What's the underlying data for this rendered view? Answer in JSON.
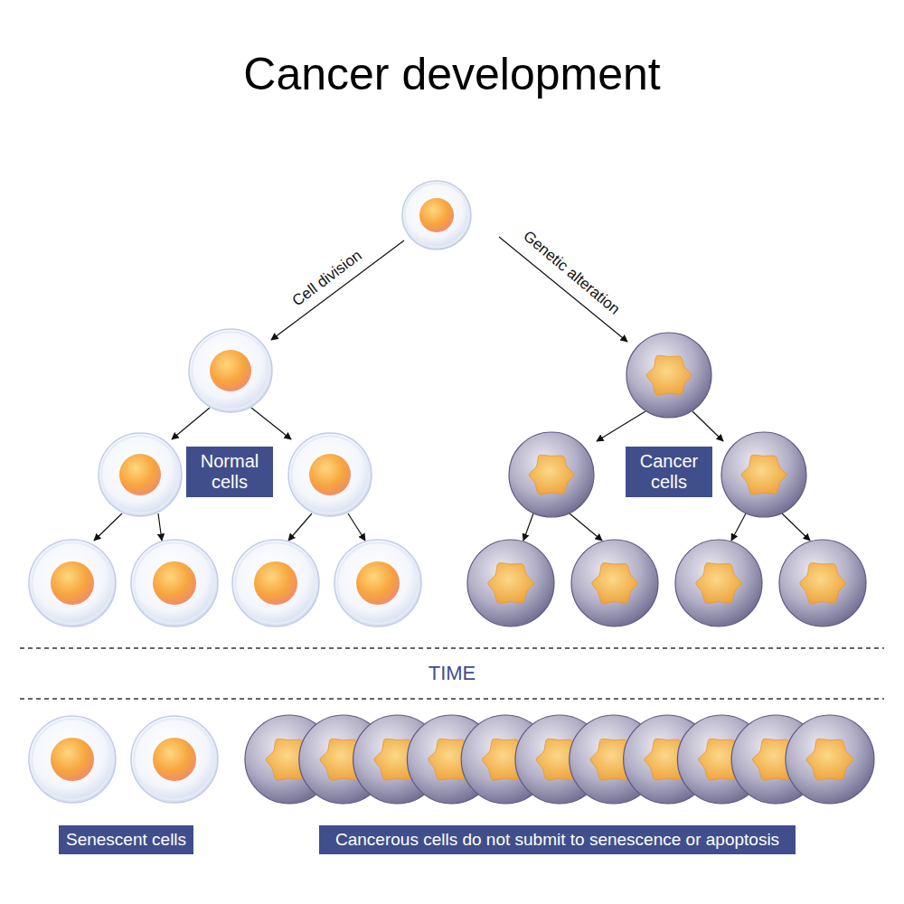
{
  "diagram": {
    "title": "Cancer development",
    "nodes": [
      {
        "text": [
          "Normal cells"
        ]
      },
      {
        "text": [
          "Cancer cells"
        ]
      },
      {
        "text": [
          "Senescent cells"
        ]
      },
      {
        "text": [
          "Cancerous cells do not submit to senescence or apoptosis"
        ]
      }
    ],
    "labels": [
      "Cell division",
      "Genetic alteration",
      "TIME"
    ]
  }
}
